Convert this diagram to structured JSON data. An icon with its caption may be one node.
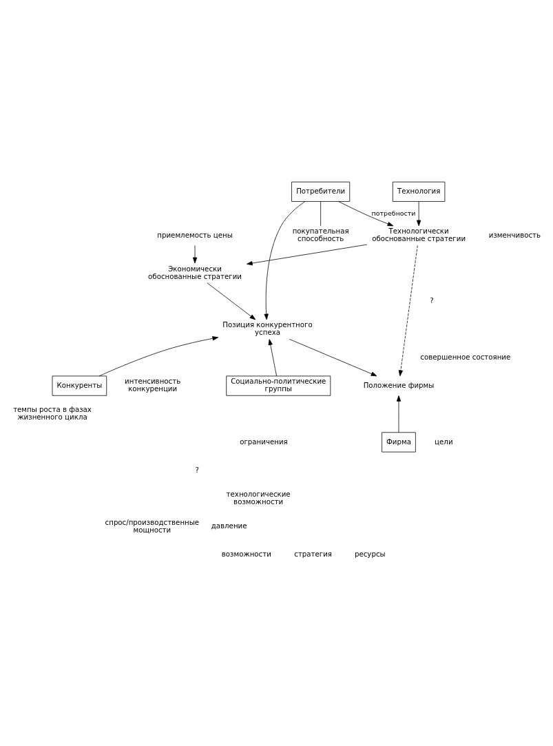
{
  "diagram": {
    "nodes": [
      {
        "text": [
          "Потребители"
        ]
      },
      {
        "text": [
          "Технология"
        ]
      },
      {
        "text": [
          "Технологически обоснованные стратегии"
        ]
      },
      {
        "text": [
          "покупательная способность"
        ]
      },
      {
        "text": [
          "приемлемость цены"
        ]
      },
      {
        "text": [
          "Экономически обоснованные стратегии"
        ]
      },
      {
        "text": [
          "Позиция конкурентного успеха"
        ]
      },
      {
        "text": [
          "Конкуренты"
        ]
      },
      {
        "text": [
          "Социально-политические группы"
        ]
      },
      {
        "text": [
          "Положение фирмы"
        ]
      },
      {
        "text": [
          "Фирма"
        ]
      }
    ],
    "edges": [
      {
        "from": 0,
        "to": 2,
        "arrow": "to",
        "label": "потребности"
      },
      {
        "from": 1,
        "to": 2,
        "arrow": "to"
      },
      {
        "from": 0,
        "to": 3,
        "arrow": "none"
      },
      {
        "from": 2,
        "to": 5,
        "arrow": "to"
      },
      {
        "from": 4,
        "to": 5,
        "arrow": "to"
      },
      {
        "from": 2,
        "to": 9,
        "arrow": "to",
        "style": "dashed"
      },
      {
        "from": 5,
        "to": 6,
        "arrow": "to"
      },
      {
        "from": 0,
        "to": 6,
        "arrow": "to"
      },
      {
        "from": 7,
        "to": 6,
        "arrow": "to"
      },
      {
        "from": 8,
        "to": 6,
        "arrow": "to"
      },
      {
        "from": 6,
        "to": 9,
        "arrow": "to"
      },
      {
        "from": 10,
        "to": 9,
        "arrow": "to"
      }
    ],
    "labels": [
      "изменчивость",
      "совершенное состояние",
      "?",
      "темпы роста в фазах жизненного цикла",
      "интенсивность конкуренции",
      "спрос/производственные мощности",
      "?",
      "ограничения",
      "давление",
      "цели",
      "технологические возможности",
      "стратегия",
      "ресурсы",
      "возможности"
    ]
  }
}
